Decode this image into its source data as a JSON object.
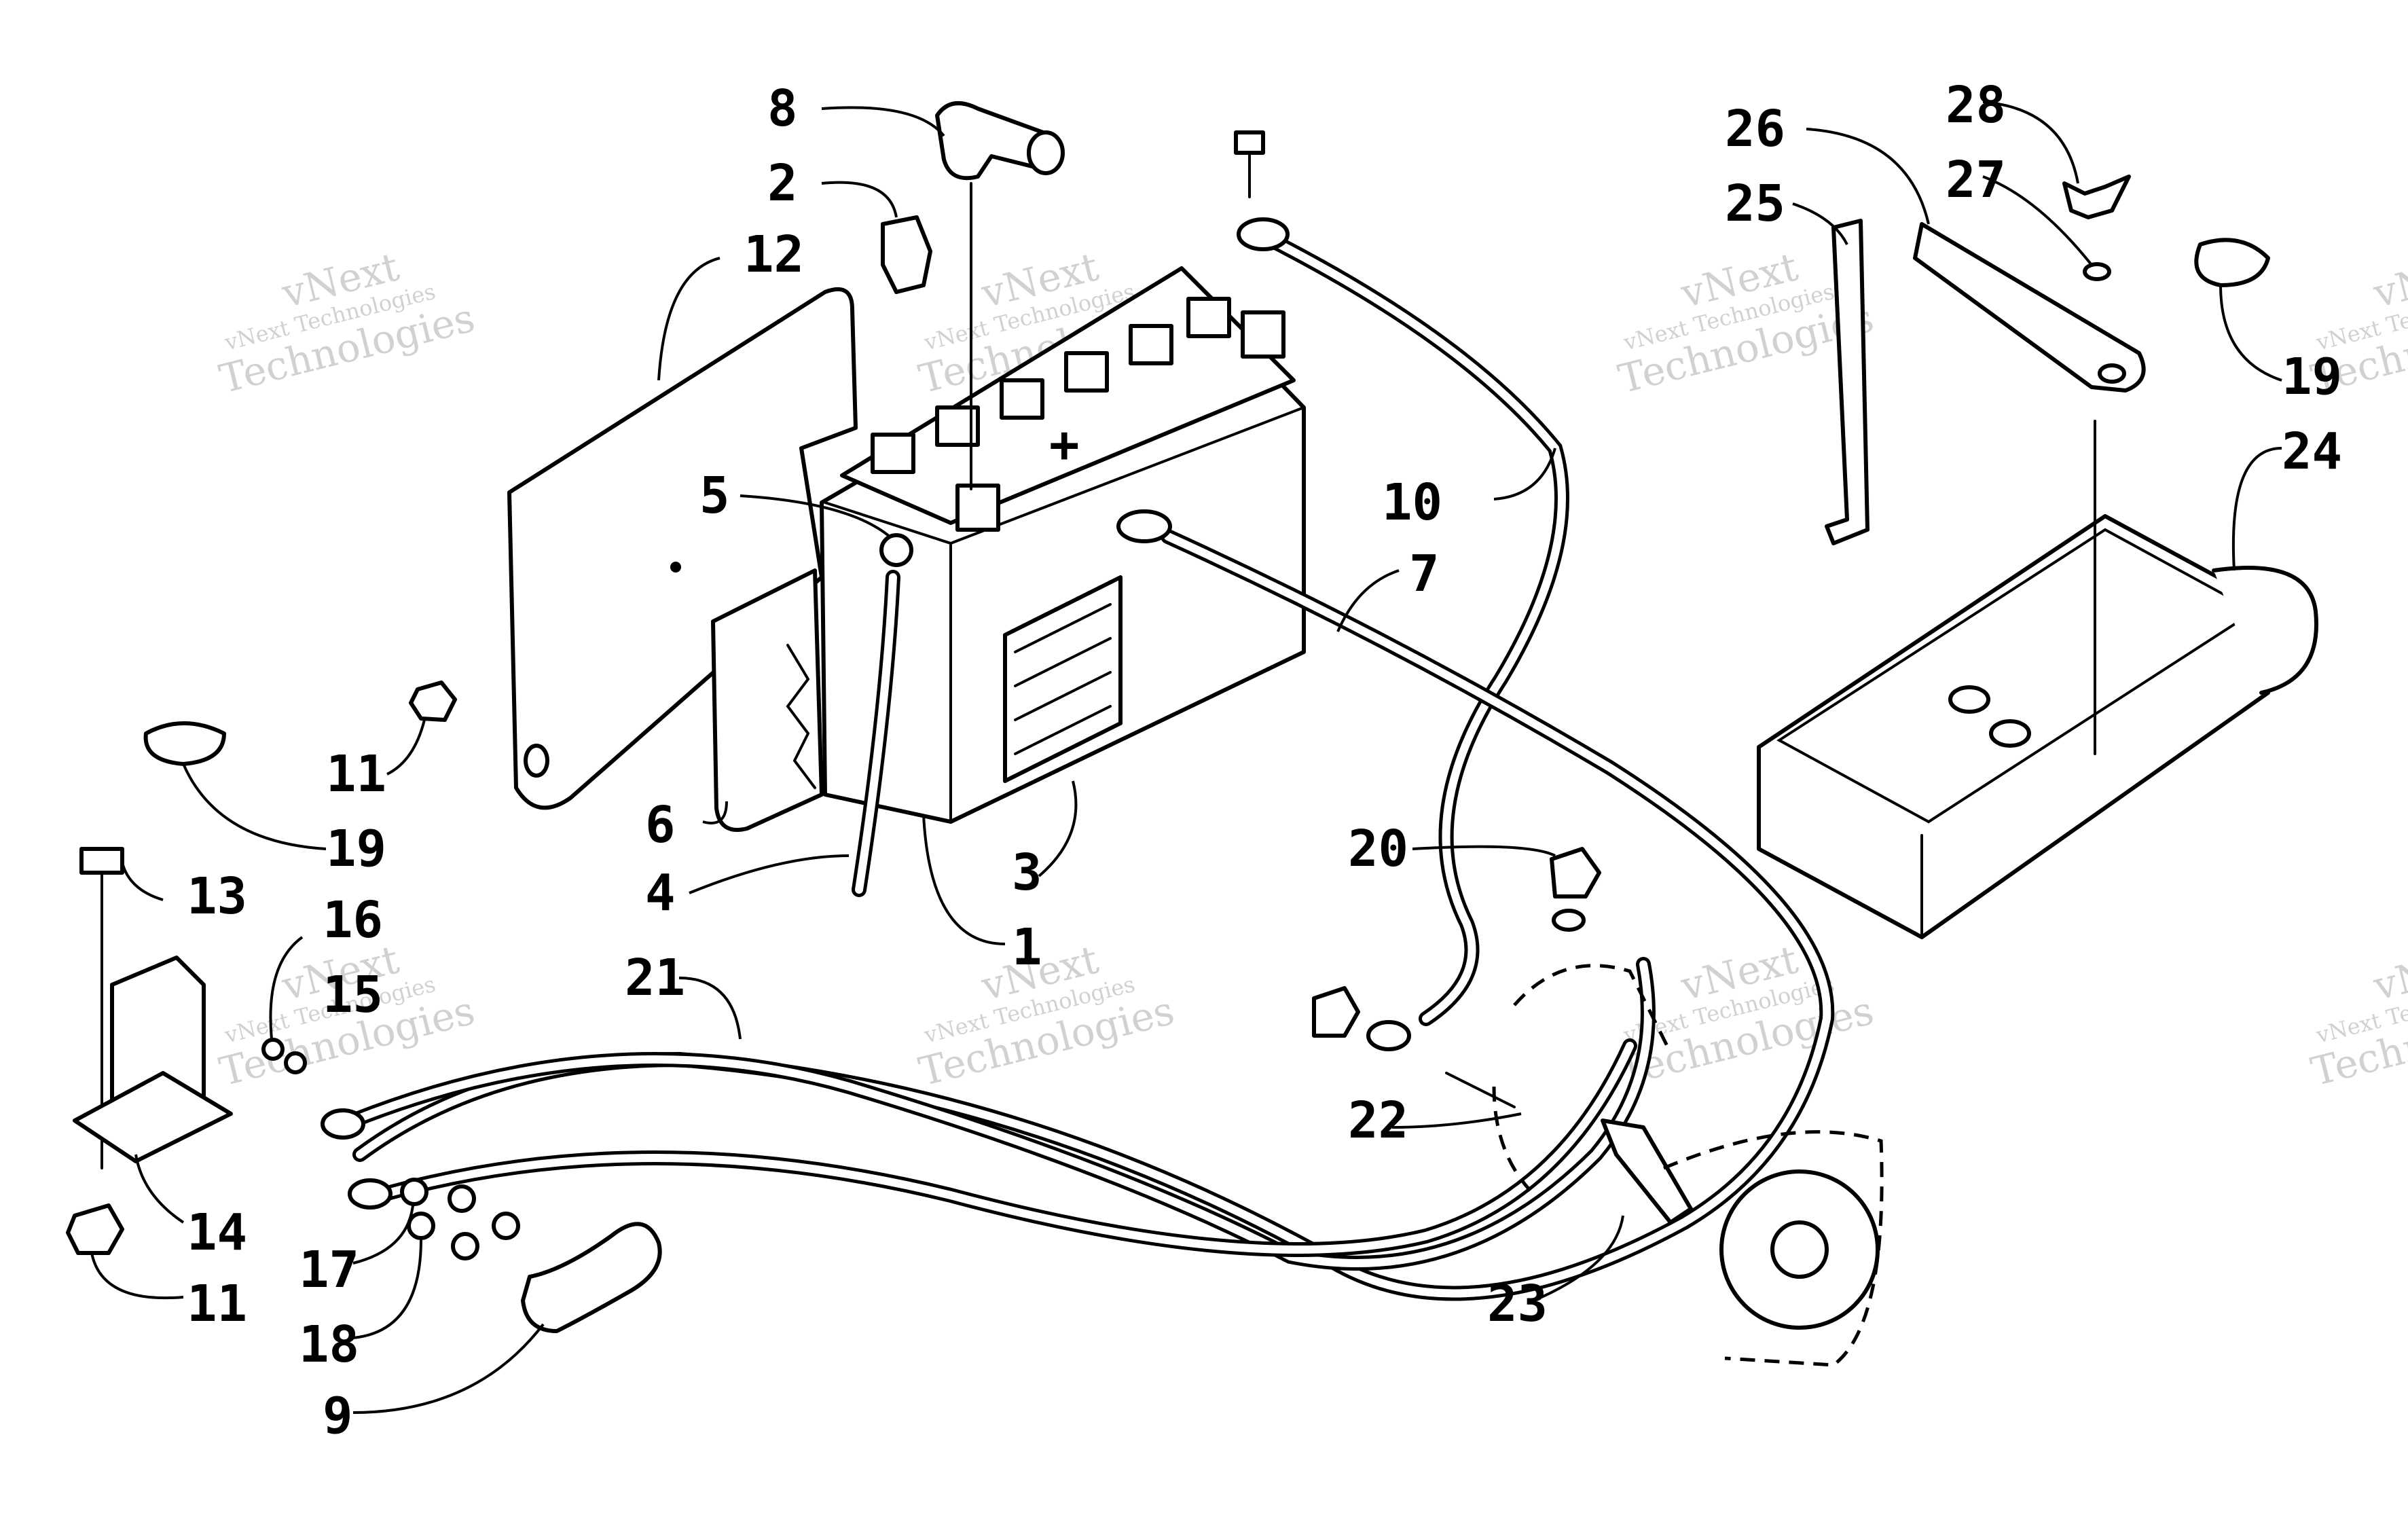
{
  "diagram": {
    "callouts": [
      {
        "id": "c8",
        "text": "8"
      },
      {
        "id": "c2",
        "text": "2"
      },
      {
        "id": "c12",
        "text": "12"
      },
      {
        "id": "c5",
        "text": "5"
      },
      {
        "id": "c10",
        "text": "10"
      },
      {
        "id": "c7",
        "text": "7"
      },
      {
        "id": "c26",
        "text": "26"
      },
      {
        "id": "c28",
        "text": "28"
      },
      {
        "id": "c25",
        "text": "25"
      },
      {
        "id": "c27",
        "text": "27"
      },
      {
        "id": "c19r",
        "text": "19"
      },
      {
        "id": "c24",
        "text": "24"
      },
      {
        "id": "c11a",
        "text": "11"
      },
      {
        "id": "c19l",
        "text": "19"
      },
      {
        "id": "c6",
        "text": "6"
      },
      {
        "id": "c4",
        "text": "4"
      },
      {
        "id": "c3",
        "text": "3"
      },
      {
        "id": "c1",
        "text": "1"
      },
      {
        "id": "c20",
        "text": "20"
      },
      {
        "id": "c13",
        "text": "13"
      },
      {
        "id": "c16",
        "text": "16"
      },
      {
        "id": "c15",
        "text": "15"
      },
      {
        "id": "c21",
        "text": "21"
      },
      {
        "id": "c22",
        "text": "22"
      },
      {
        "id": "c14",
        "text": "14"
      },
      {
        "id": "c17",
        "text": "17"
      },
      {
        "id": "c11b",
        "text": "11"
      },
      {
        "id": "c23",
        "text": "23"
      },
      {
        "id": "c18",
        "text": "18"
      },
      {
        "id": "c9",
        "text": "9"
      }
    ],
    "watermark": {
      "company": "vNext Technologies",
      "word_top": "vNext",
      "word_bottom": "Technologies"
    },
    "battery_terminal_mark": "+"
  }
}
